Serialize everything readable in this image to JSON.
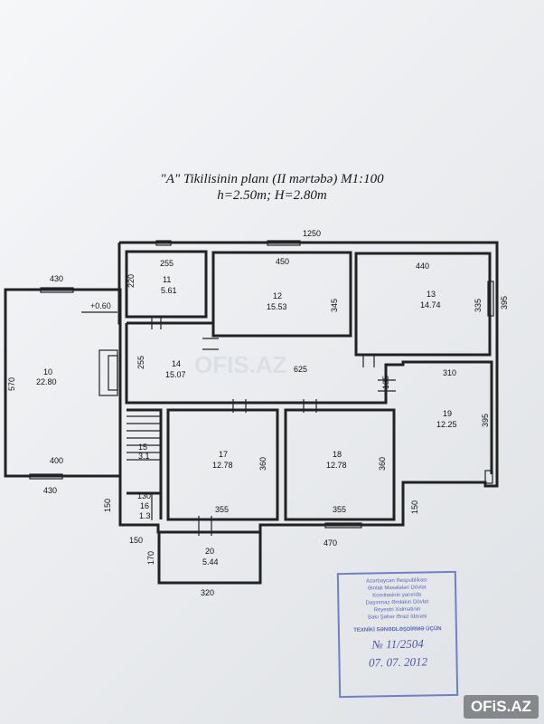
{
  "title": "\"A\" Tikilisinin planı (II mərtəbə) M1:100",
  "subtitle": "h=2.50m; H=2.80m",
  "level_mark": "+0.60",
  "watermark": "OFIS.AZ",
  "logo": "OFiS.AZ",
  "rooms": [
    {
      "id": "10",
      "area": "22.80"
    },
    {
      "id": "11",
      "area": "5.61"
    },
    {
      "id": "12",
      "area": "15.53"
    },
    {
      "id": "13",
      "area": "14.74"
    },
    {
      "id": "14",
      "area": "15.07"
    },
    {
      "id": "15",
      "area": "3.1"
    },
    {
      "id": "16",
      "area": "1.3"
    },
    {
      "id": "17",
      "area": "12.78"
    },
    {
      "id": "18",
      "area": "12.78"
    },
    {
      "id": "19",
      "area": "12.25"
    },
    {
      "id": "20",
      "area": "5.44"
    }
  ],
  "dimensions": {
    "d1250": "1250",
    "d430a": "430",
    "d255": "255",
    "d450": "450",
    "d440": "440",
    "d220": "220",
    "d345": "345",
    "d335": "335",
    "d395a": "395",
    "d570": "570",
    "d625": "625",
    "d310": "310",
    "d135": "135",
    "d395b": "395",
    "d400": "400",
    "d430b": "430",
    "d360a": "360",
    "d360b": "360",
    "d150a": "150",
    "d130": "130",
    "d355a": "355",
    "d355b": "355",
    "d150b": "150",
    "d150c": "150",
    "d470": "470",
    "d170": "170",
    "d320": "320"
  },
  "stamp": {
    "lines": [
      "Azərbaycan Respublikası",
      "Əmlak Məsələləri Dövlət",
      "Komitəsinin yanında",
      "Daşınmaz Əmlakın Dövlət",
      "Reyestri Xidmətinin",
      "Bakı Şəhər Ərazi İdarəsi"
    ],
    "heading": "TEXNİKİ SƏNƏDLƏŞDİRMƏ ÜÇÜN",
    "number": "№ 11/2504",
    "date": "07. 07. 2012"
  }
}
